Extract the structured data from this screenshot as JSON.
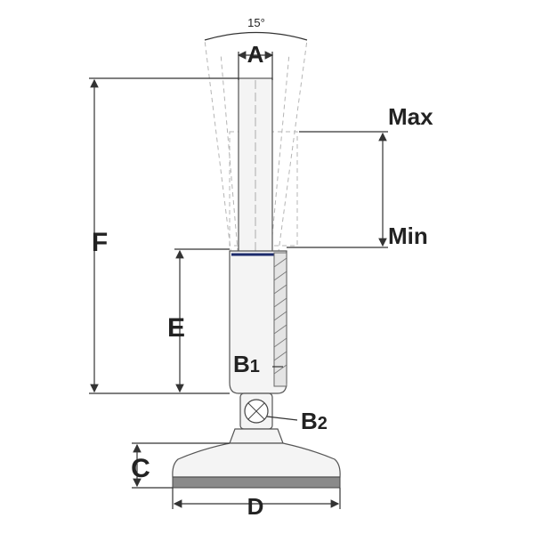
{
  "angle_label": "15°",
  "labels": {
    "a": "A",
    "max": "Max",
    "min": "Min",
    "f": "F",
    "e": "E",
    "b1_main": "B",
    "b1_sub": "1",
    "b2_main": "B",
    "b2_sub": "2",
    "c": "C",
    "d": "D"
  },
  "colors": {
    "line": "#333333",
    "part_fill": "#f4f4f4",
    "pad": "#8a8a8a"
  }
}
